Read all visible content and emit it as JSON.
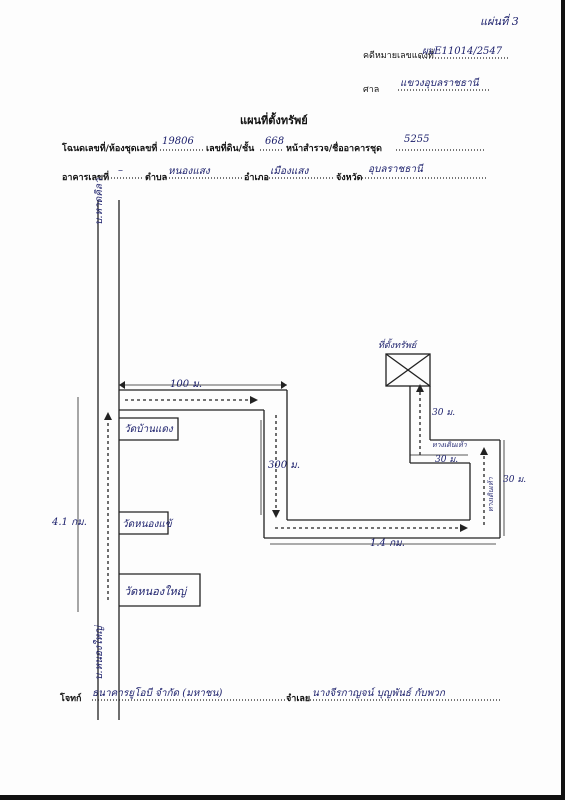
{
  "header": {
    "page_no": "แผ่นที่ 3",
    "case_label": "คดีหมายเลขแดงที่",
    "case_value": "ผบE11014/2547",
    "court_label": "ศาล",
    "court_value": "แขวงอุบลราชธานี"
  },
  "title": "แผนที่ตั้งทรัพย์",
  "deed_line": {
    "deed_label": "โฉนดเลขที่/ห้องชุดเลขที่",
    "deed_value": "19806",
    "land_label": "เลขที่ดิน/ชั้น",
    "land_value": "668",
    "survey_label": "หน้าสำรวจ/ชื่ออาคารชุด",
    "survey_value": "5255"
  },
  "location_line": {
    "building_label": "อาคารเลขที่",
    "building_value": "–",
    "subdistrict_label": "ตำบล",
    "subdistrict_value": "หนองแสง",
    "district_label": "อำเภอ",
    "district_value": "เมืองแสง",
    "province_label": "จังหวัด",
    "province_value": "อุบลราชธานี"
  },
  "map": {
    "road_top_label": "บ.หาดคิลา",
    "road_bottom_label": "บ.หนองใหญ่",
    "dist_top": "100 ม.",
    "dist_vertical": "300 ม.",
    "dist_left": "4.1 กม.",
    "dist_bottom": "1.4 กม.",
    "dist_30_top": "30 ม.",
    "dist_30_mid": "30 ม.",
    "dist_30_right": "30 ม.",
    "property_label": "ที่ตั้งทรัพย์",
    "lane_label": "ทางเดินเท้า",
    "lane_side_label": "ทางเดินเท้า",
    "temple1": "วัดบ้านแดง",
    "temple2": "วัดหนองแข้",
    "temple3": "วัดหนองใหญ่"
  },
  "footer": {
    "plaintiff_label": "โจทก์",
    "plaintiff_value": "ธนาคารยูโอบี จำกัด (มหาชน)",
    "defendant_label": "จำเลย",
    "defendant_value": "นางจีรกาญจน์ บุญพันธ์ กับพวก"
  }
}
